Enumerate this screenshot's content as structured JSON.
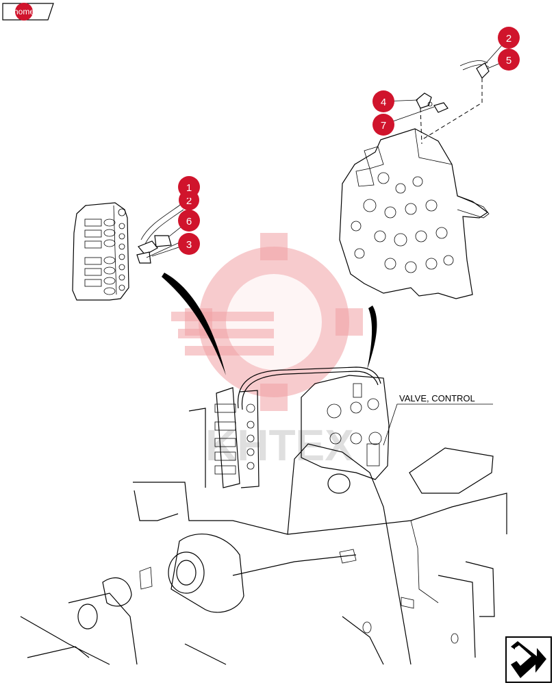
{
  "home_button": {
    "label": "home"
  },
  "part_label": "VALVE, CONTROL",
  "callouts": [
    "1",
    "2",
    "3",
    "4",
    "5",
    "6",
    "7",
    "2"
  ],
  "watermark_text": "KHTEX",
  "colors": {
    "callout": "#d0142c",
    "watermark": "#f0a0a4",
    "line": "#000000"
  },
  "icons": {
    "next_page": "next-page-arrow-icon"
  }
}
